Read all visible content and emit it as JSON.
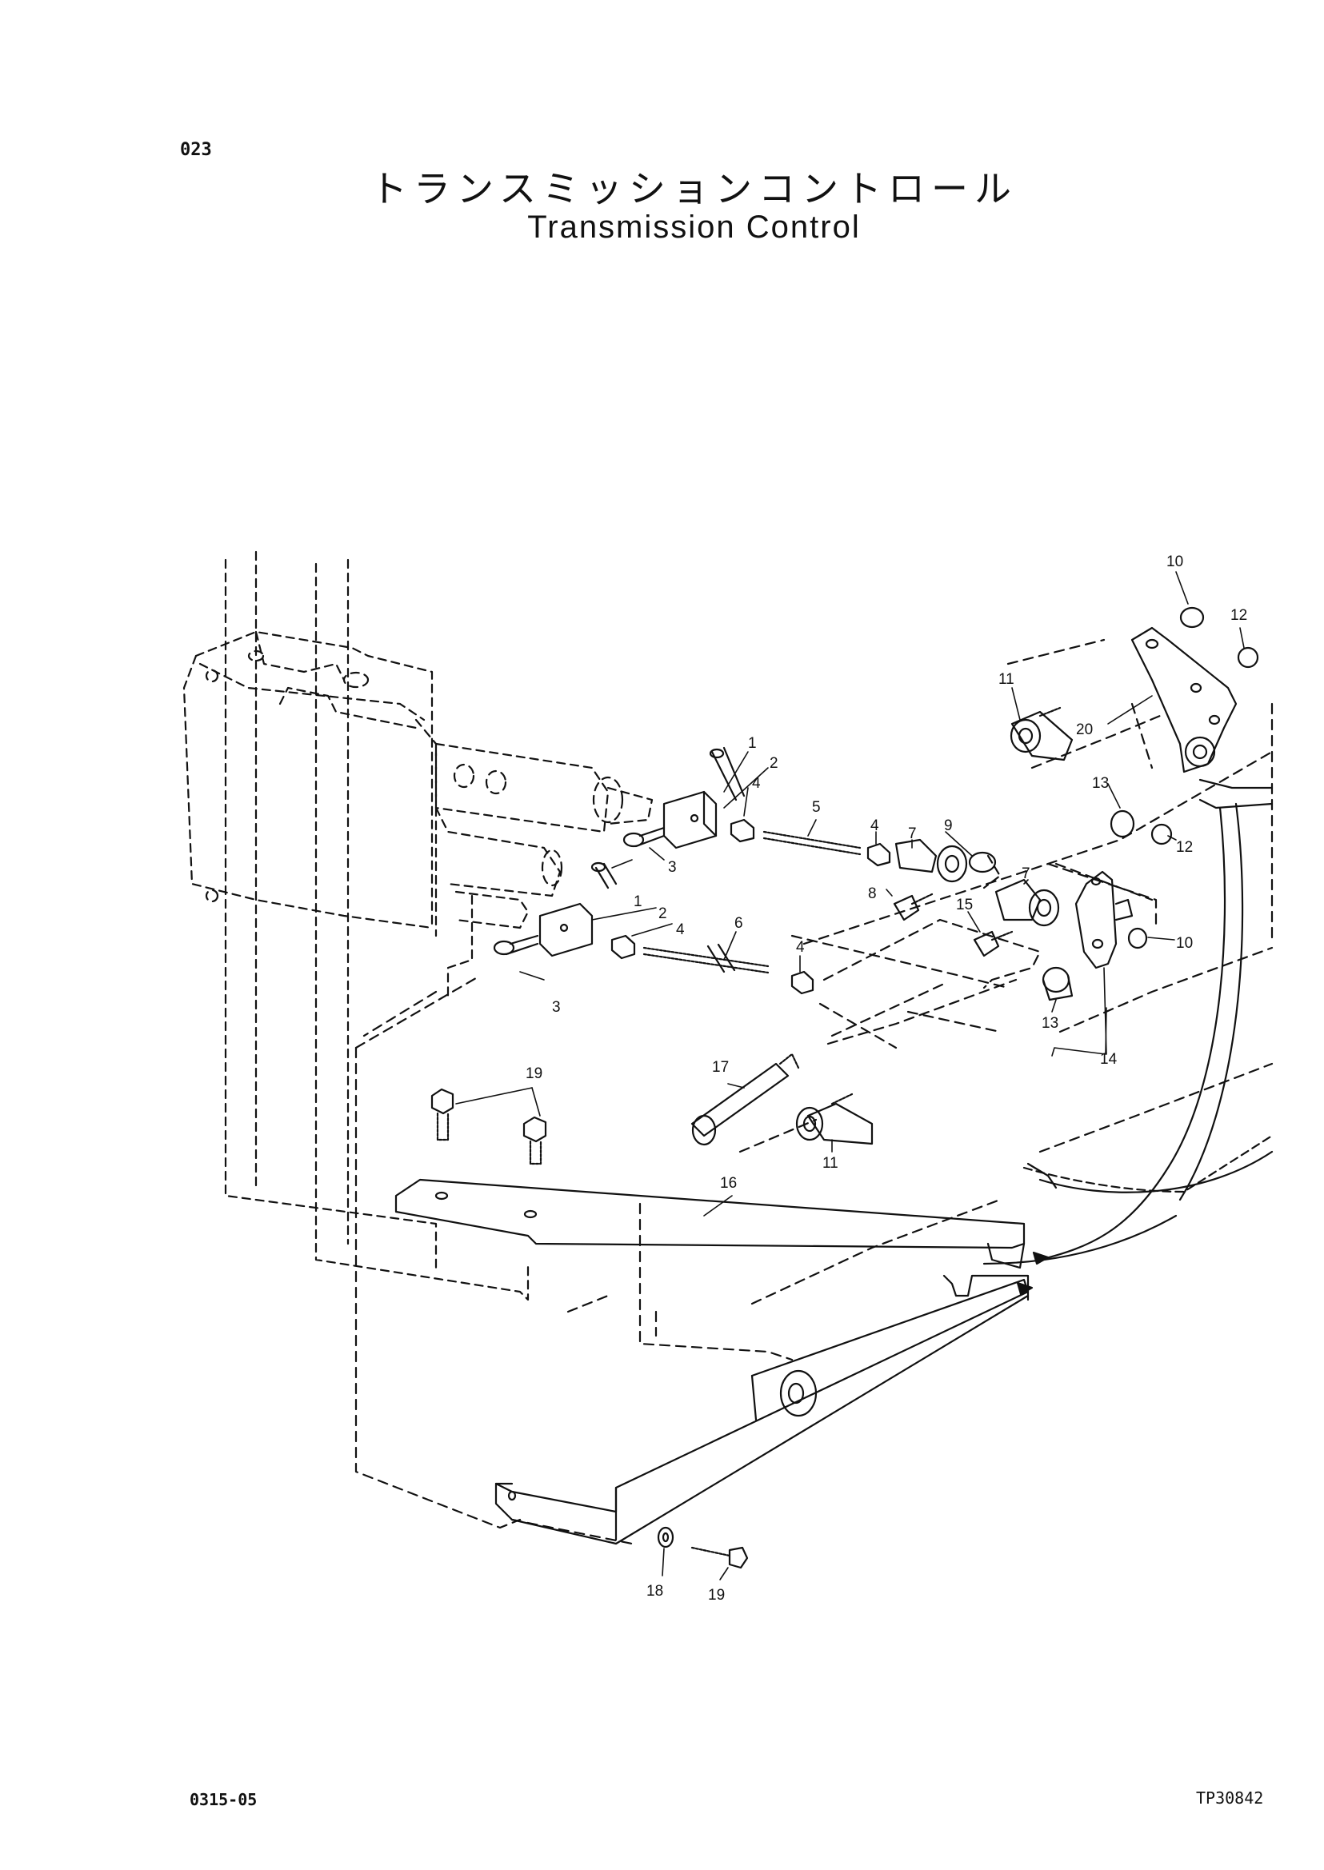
{
  "page": {
    "number": "023",
    "title_ja": "トランスミッションコントロール",
    "title_en": "Transmission Control",
    "footer_left": "0315-05",
    "footer_right": "TP30842"
  },
  "callouts": [
    {
      "id": "c1a",
      "label": "1"
    },
    {
      "id": "c2a",
      "label": "2"
    },
    {
      "id": "c4a",
      "label": "4"
    },
    {
      "id": "c5",
      "label": "5"
    },
    {
      "id": "c3a",
      "label": "3"
    },
    {
      "id": "c4b",
      "label": "4"
    },
    {
      "id": "c7a",
      "label": "7"
    },
    {
      "id": "c9",
      "label": "9"
    },
    {
      "id": "c8",
      "label": "8"
    },
    {
      "id": "c7b",
      "label": "7"
    },
    {
      "id": "c1b",
      "label": "1"
    },
    {
      "id": "c2b",
      "label": "2"
    },
    {
      "id": "c4c",
      "label": "4"
    },
    {
      "id": "c6",
      "label": "6"
    },
    {
      "id": "c3b",
      "label": "3"
    },
    {
      "id": "c4d",
      "label": "4"
    },
    {
      "id": "c15",
      "label": "15"
    },
    {
      "id": "c10a",
      "label": "10"
    },
    {
      "id": "c12a",
      "label": "12"
    },
    {
      "id": "c11a",
      "label": "11"
    },
    {
      "id": "c20",
      "label": "20"
    },
    {
      "id": "c13a",
      "label": "13"
    },
    {
      "id": "c12b",
      "label": "12"
    },
    {
      "id": "c10b",
      "label": "10"
    },
    {
      "id": "c13b",
      "label": "13"
    },
    {
      "id": "c14",
      "label": "14"
    },
    {
      "id": "c19a",
      "label": "19"
    },
    {
      "id": "c17",
      "label": "17"
    },
    {
      "id": "c11b",
      "label": "11"
    },
    {
      "id": "c16",
      "label": "16"
    },
    {
      "id": "c18",
      "label": "18"
    },
    {
      "id": "c19b",
      "label": "19"
    }
  ]
}
